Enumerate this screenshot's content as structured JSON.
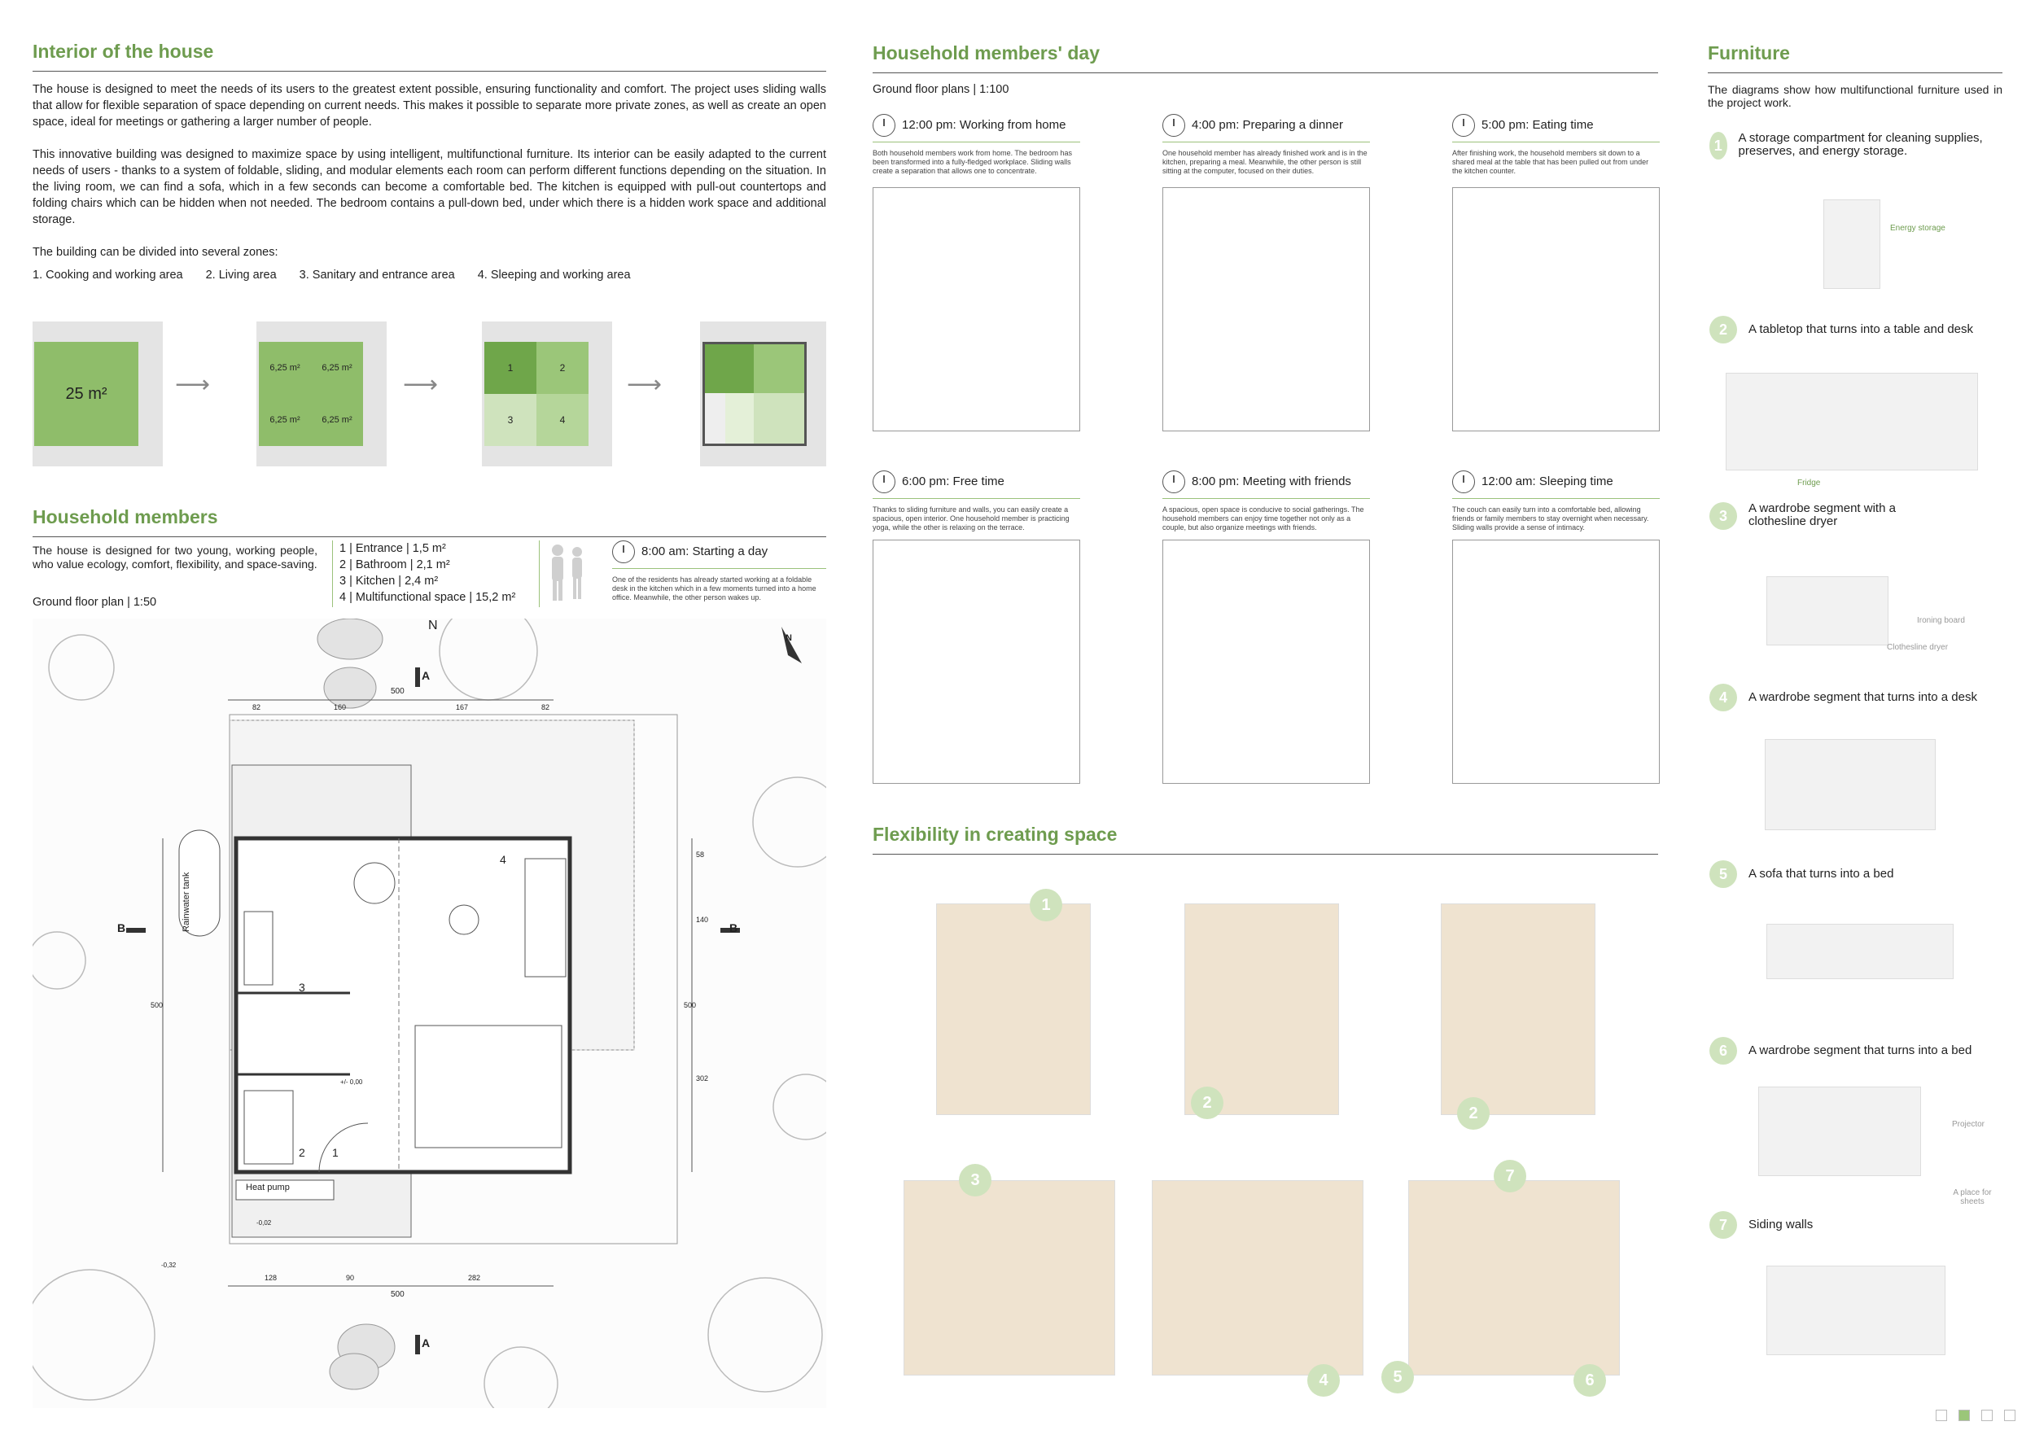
{
  "interior": {
    "title": "Interior of the house",
    "p1": "The house is designed to meet the needs of its users to the greatest extent possible, ensuring functionality and comfort. The project uses sliding walls that allow for flexible separation of space depending on current needs. This makes it possible to separate more private zones, as well as create an open space, ideal for meetings or gathering a larger number of people.",
    "p2": "This innovative building was designed to maximize space by using intelligent, multifunctional furniture. Its interior can be easily adapted to the current needs of users - thanks to a system of foldable, sliding, and modular elements each room can perform different functions depending on the situation. In the living room, we can find a sofa, which in a few seconds can become a comfortable bed. The kitchen is equipped with pull-out countertops and folding chairs which can be hidden when not needed. The bedroom contains a pull-down bed, under which there is a hidden work space and additional storage.",
    "p3": "The building can be divided into several zones:",
    "zones": [
      "1. Cooking and working area",
      "2. Living area",
      "3. Sanitary and entrance area",
      "4. Sleeping and working area"
    ],
    "area_total": "25 m²",
    "area_quarter": "6,25 m²",
    "q": [
      "1",
      "2",
      "3",
      "4"
    ]
  },
  "members": {
    "title": "Household members",
    "desc": "The house is designed for two young, working people, who value ecology, comfort, flexibility, and space-saving.",
    "plan_label": "Ground floor plan | 1:50",
    "rooms": [
      "1 | Entrance | 1,5 m²",
      "2 | Bathroom | 2,1 m²",
      "3 | Kitchen | 2,4 m²",
      "4 | Multifunctional space | 15,2 m²"
    ],
    "start_time": "8:00 am: Starting a day",
    "start_desc": "One of the residents has already started working at a foldable desk in the kitchen which in a few moments turned into a home office. Meanwhile, the other person wakes up.",
    "tank": "Rainwater tank",
    "heat": "Heat pump",
    "dims": {
      "top_total": "500",
      "top": [
        "82",
        "160",
        "167",
        "82"
      ],
      "bottom": [
        "128",
        "90",
        "282"
      ],
      "bottom_total": "500",
      "right": [
        "58",
        "140",
        "500",
        "302"
      ],
      "left": "500"
    },
    "sec_a": "A",
    "sec_b": "B",
    "north": "N",
    "rooms_num": [
      "1",
      "2",
      "3",
      "4"
    ],
    "lvl1": "+/- 0,00",
    "lvl2": "-0,02",
    "lvl3": "-0,32"
  },
  "day": {
    "title": "Household members' day",
    "plan_label": "Ground floor plans | 1:100",
    "items": [
      {
        "time": "12:00 pm: Working from home",
        "desc": "Both household members work from home. The bedroom has been transformed into a fully-fledged workplace. Sliding walls create a separation that allows one to concentrate."
      },
      {
        "time": "4:00 pm: Preparing a dinner",
        "desc": "One household member has already finished work and is in the kitchen, preparing a meal. Meanwhile, the other person is still sitting at the computer, focused on their duties."
      },
      {
        "time": "5:00 pm: Eating time",
        "desc": "After finishing work, the household members sit down to a shared meal at the table that has been pulled out from under the kitchen counter."
      },
      {
        "time": "6:00 pm: Free time",
        "desc": "Thanks to sliding furniture and walls, you can easily create a spacious, open interior. One household member is practicing yoga, while the other is relaxing on the terrace."
      },
      {
        "time": "8:00 pm: Meeting with friends",
        "desc": "A spacious, open space is conducive to social gatherings. The household members can enjoy time together not only as a couple, but also organize meetings with friends."
      },
      {
        "time": "12:00 am: Sleeping time",
        "desc": "The couch can easily turn into a comfortable bed, allowing friends or family members to stay overnight when necessary. Sliding walls provide a sense of intimacy."
      }
    ]
  },
  "flex": {
    "title": "Flexibility in creating space",
    "callouts": [
      "1",
      "2",
      "2",
      "3",
      "7",
      "4",
      "5",
      "6"
    ]
  },
  "furniture": {
    "title": "Furniture",
    "intro": "The diagrams show how multifunctional furniture used in the project work.",
    "items": [
      {
        "n": "1",
        "t": "A storage compartment for cleaning supplies, preserves, and energy storage."
      },
      {
        "n": "2",
        "t": "A tabletop that turns into a table and desk"
      },
      {
        "n": "3",
        "t": "A wardrobe segment with a clothesline dryer"
      },
      {
        "n": "4",
        "t": "A wardrobe segment that turns into a desk"
      },
      {
        "n": "5",
        "t": "A sofa that turns into a bed"
      },
      {
        "n": "6",
        "t": "A wardrobe segment that turns into a bed"
      },
      {
        "n": "7",
        "t": "Siding walls"
      }
    ],
    "labels": {
      "energy": "Energy storage",
      "fridge": "Fridge",
      "ironing": "Ironing board",
      "dryer": "Clothesline dryer",
      "projector": "Projector",
      "sheets": "A place for sheets"
    }
  },
  "colors": {
    "green": "#6e9c4f",
    "light": "#cfe3bd"
  }
}
